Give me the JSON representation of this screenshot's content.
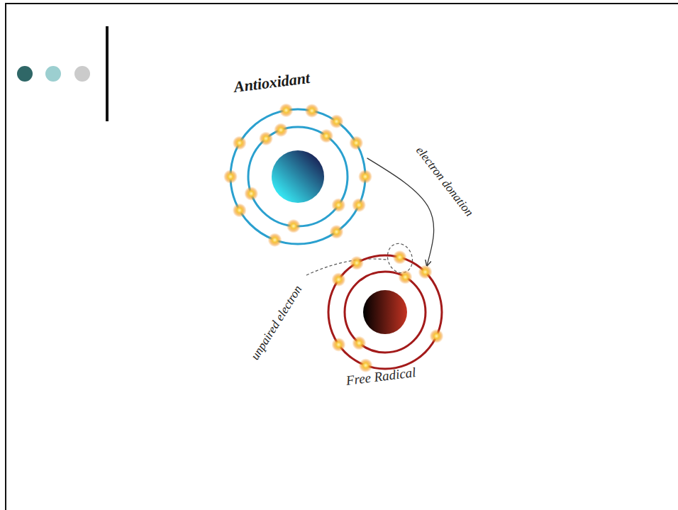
{
  "diagram": {
    "nodes": [
      {
        "text": [
          "Antioxidant"
        ]
      },
      {
        "text": [
          "Free Radical"
        ]
      }
    ],
    "edges": [
      {
        "from": 0,
        "to": 1,
        "label": "electron donation",
        "arrow": "to"
      }
    ],
    "labels": [
      "unpaired electron"
    ]
  }
}
